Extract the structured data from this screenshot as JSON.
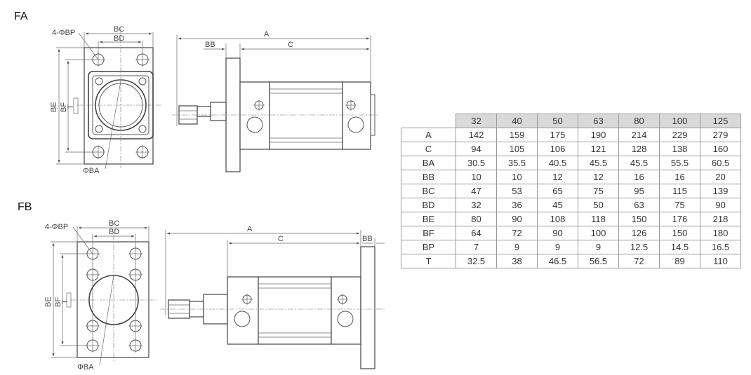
{
  "sections": {
    "fa": "FA",
    "fb": "FB"
  },
  "labels": {
    "holes": "4-ΦBP",
    "bc": "BC",
    "bd": "BD",
    "be": "BE",
    "bf": "BF",
    "t": "T",
    "ba": "ΦBA",
    "a": "A",
    "c": "C",
    "bb": "BB"
  },
  "table": {
    "columns": [
      "32",
      "40",
      "50",
      "63",
      "80",
      "100",
      "125"
    ],
    "rows": [
      {
        "label": "A",
        "values": [
          "142",
          "159",
          "175",
          "190",
          "214",
          "229",
          "279"
        ]
      },
      {
        "label": "C",
        "values": [
          "94",
          "105",
          "106",
          "121",
          "128",
          "138",
          "160"
        ]
      },
      {
        "label": "BA",
        "values": [
          "30.5",
          "35.5",
          "40.5",
          "45.5",
          "45.5",
          "55.5",
          "60.5"
        ]
      },
      {
        "label": "BB",
        "values": [
          "10",
          "10",
          "12",
          "12",
          "16",
          "16",
          "20"
        ]
      },
      {
        "label": "BC",
        "values": [
          "47",
          "53",
          "65",
          "75",
          "95",
          "115",
          "139"
        ]
      },
      {
        "label": "BD",
        "values": [
          "32",
          "36",
          "45",
          "50",
          "63",
          "75",
          "90"
        ]
      },
      {
        "label": "BE",
        "values": [
          "80",
          "90",
          "108",
          "118",
          "150",
          "176",
          "218"
        ]
      },
      {
        "label": "BF",
        "values": [
          "64",
          "72",
          "90",
          "100",
          "126",
          "150",
          "180"
        ]
      },
      {
        "label": "BP",
        "values": [
          "7",
          "9",
          "9",
          "9",
          "12.5",
          "14.5",
          "16.5"
        ]
      },
      {
        "label": "T",
        "values": [
          "32.5",
          "38",
          "46.5",
          "56.5",
          "72",
          "89",
          "110"
        ]
      }
    ]
  }
}
